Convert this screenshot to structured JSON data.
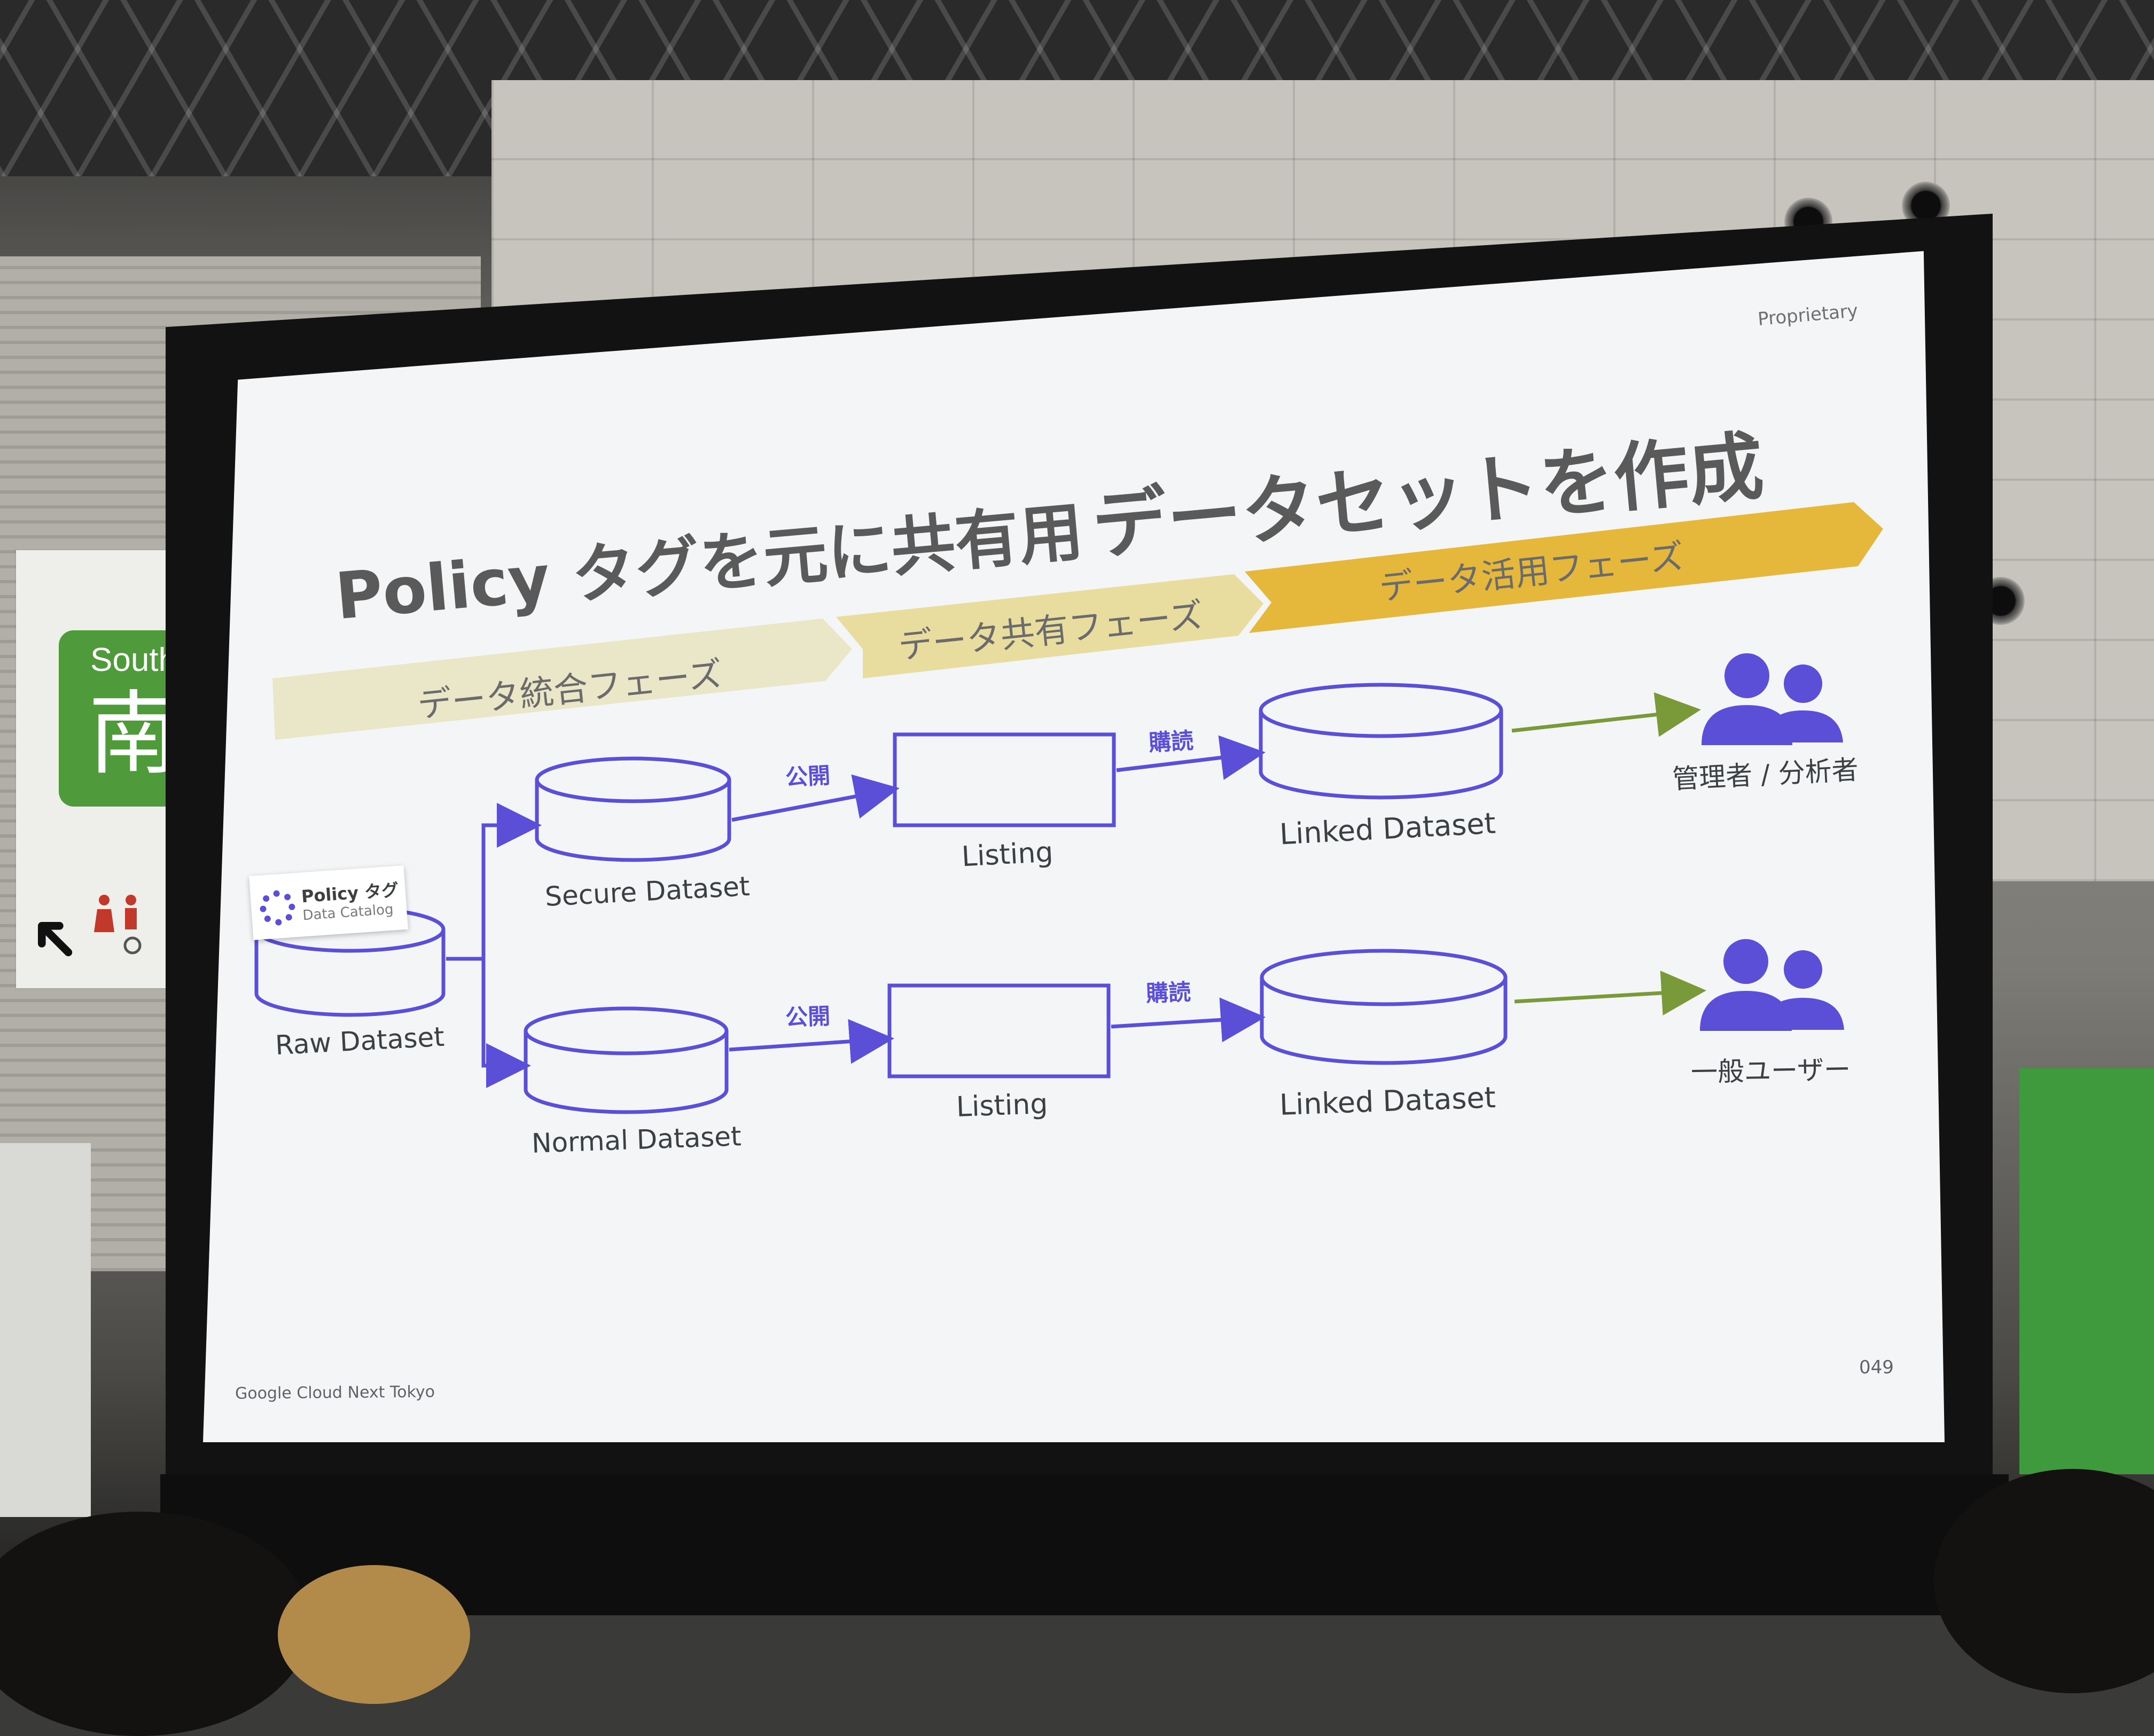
{
  "venue": {
    "south_sign_en": "South",
    "south_sign_kanji": "南",
    "arrow_icon": "arrow-down-left-icon",
    "accent_color": "#4f9a3a"
  },
  "slide": {
    "proprietary": "Proprietary",
    "title_line1": "Policy タグを元に共有用",
    "title_line2": "データセットを作成",
    "phases": [
      {
        "label": "データ統合フェーズ",
        "color": "#e9e7c7"
      },
      {
        "label": "データ共有フェーズ",
        "color": "#e8dc9e"
      },
      {
        "label": "データ活用フェーズ",
        "color": "#e5b73b"
      }
    ],
    "policy_tag": {
      "title": "Policy タグ",
      "subtitle": "Data Catalog"
    },
    "nodes": {
      "raw": "Raw Dataset",
      "secure": "Secure Dataset",
      "normal": "Normal Dataset",
      "listing_top": "Listing",
      "listing_bottom": "Listing",
      "linked_top": "Linked Dataset",
      "linked_bottom": "Linked Dataset"
    },
    "edges": {
      "publish_top": "公開",
      "publish_bottom": "公開",
      "subscribe_top": "購読",
      "subscribe_bottom": "購読"
    },
    "users": {
      "top": "管理者 / 分析者",
      "bottom": "一般ユーザー"
    },
    "footer": "Google Cloud Next Tokyo",
    "page_number": "049",
    "colors": {
      "diagram": "#5a4fd6",
      "user_arrow": "#7a9a3a",
      "user_icon": "#5a4fd6"
    }
  }
}
